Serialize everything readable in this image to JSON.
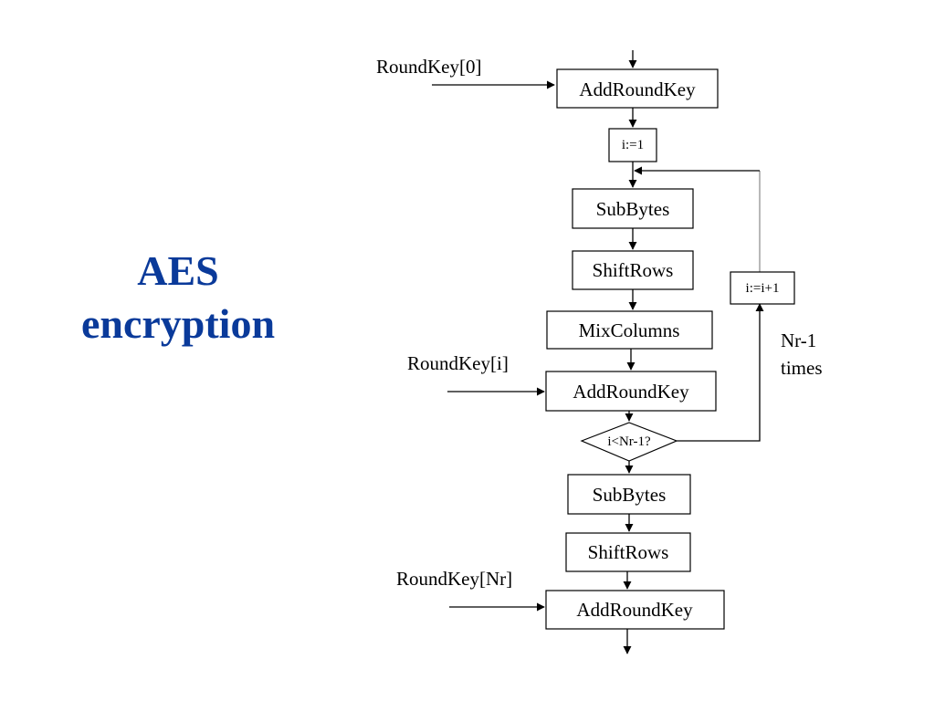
{
  "title": {
    "line1": "AES",
    "line2": "encryption"
  },
  "colors": {
    "title": "#0a3a9a",
    "line": "#000000",
    "loop_line": "#888888"
  },
  "steps": {
    "add_round_key_1": "AddRoundKey",
    "init": "i:=1",
    "sub_bytes_1": "SubBytes",
    "shift_rows_1": "ShiftRows",
    "mix_columns": "MixColumns",
    "add_round_key_2": "AddRoundKey",
    "decision": "i<Nr-1?",
    "increment": "i:=i+1",
    "sub_bytes_2": "SubBytes",
    "shift_rows_2": "ShiftRows",
    "add_round_key_3": "AddRoundKey"
  },
  "inputs": {
    "round_key_0": "RoundKey[0]",
    "round_key_i": "RoundKey[i]",
    "round_key_nr": "RoundKey[Nr]"
  },
  "loop_note": {
    "line1": "Nr-1",
    "line2": "times"
  }
}
